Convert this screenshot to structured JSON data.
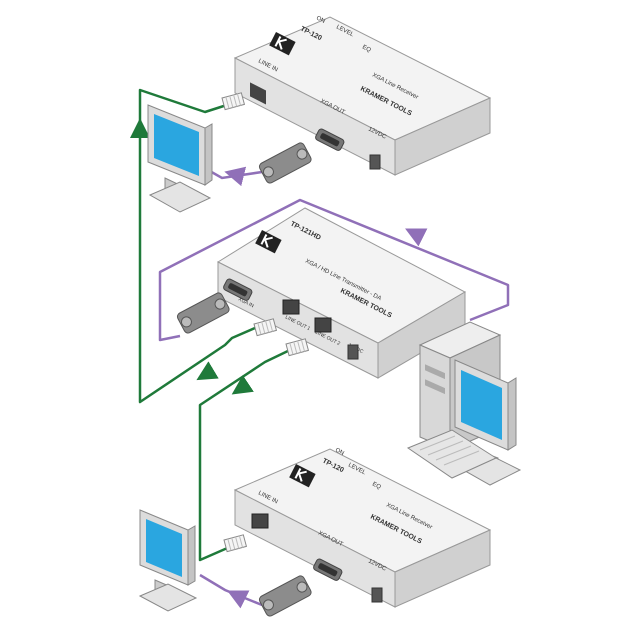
{
  "colors": {
    "green_cable": "#1f7a3a",
    "purple_cable": "#9070b8",
    "device_body": "#e6e6e6",
    "device_top": "#f2f2f2",
    "screen": "#2aa6e0"
  },
  "top_receiver": {
    "model": "TP-120",
    "brand": "KRAMER TOOLS",
    "desc": "XGA Line Receiver",
    "ports": {
      "line_in": "LINE IN",
      "xga_out": "XGA OUT",
      "power": "12VDC"
    },
    "controls": {
      "eq": "EQ",
      "level": "LEVEL",
      "on": "ON"
    }
  },
  "transmitter": {
    "model": "TP-121HD",
    "brand": "KRAMER TOOLS",
    "desc": "XGA / HD Line Transmitter - DA",
    "ports": {
      "line_out_1": "LINE OUT 1",
      "line_out_2": "LINE OUT 2",
      "xga_in": "XGA IN",
      "power": "12VDC"
    }
  },
  "bottom_receiver": {
    "model": "TP-120",
    "brand": "KRAMER TOOLS",
    "desc": "XGA Line Receiver",
    "ports": {
      "line_in": "LINE IN",
      "xga_out": "XGA OUT",
      "power": "12VDC"
    },
    "controls": {
      "eq": "EQ",
      "level": "LEVEL",
      "on": "ON"
    }
  }
}
